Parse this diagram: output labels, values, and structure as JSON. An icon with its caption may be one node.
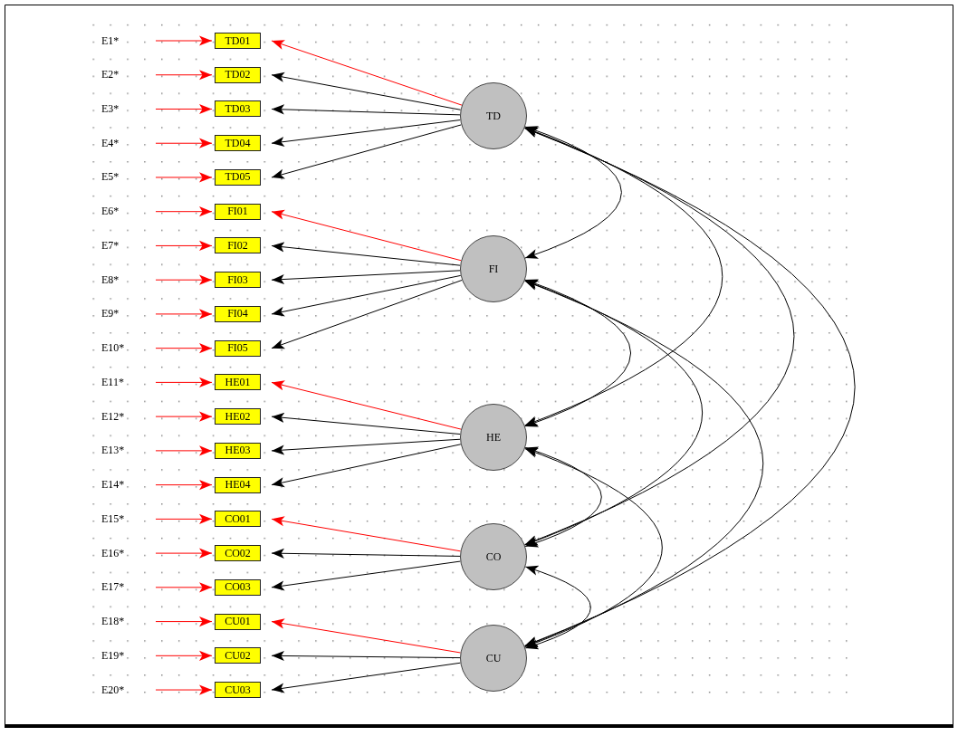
{
  "diagram": {
    "nodes": [
      {
        "text": [
          "E1*"
        ]
      },
      {
        "text": [
          "TD01"
        ]
      },
      {
        "text": [
          "E2*"
        ]
      },
      {
        "text": [
          "TD02"
        ]
      },
      {
        "text": [
          "E3*"
        ]
      },
      {
        "text": [
          "TD03"
        ]
      },
      {
        "text": [
          "E4*"
        ]
      },
      {
        "text": [
          "TD04"
        ]
      },
      {
        "text": [
          "E5*"
        ]
      },
      {
        "text": [
          "TD05"
        ]
      },
      {
        "text": [
          "E6*"
        ]
      },
      {
        "text": [
          "FI01"
        ]
      },
      {
        "text": [
          "E7*"
        ]
      },
      {
        "text": [
          "FI02"
        ]
      },
      {
        "text": [
          "E8*"
        ]
      },
      {
        "text": [
          "FI03"
        ]
      },
      {
        "text": [
          "E9*"
        ]
      },
      {
        "text": [
          "FI04"
        ]
      },
      {
        "text": [
          "E10*"
        ]
      },
      {
        "text": [
          "FI05"
        ]
      },
      {
        "text": [
          "E11*"
        ]
      },
      {
        "text": [
          "HE01"
        ]
      },
      {
        "text": [
          "E12*"
        ]
      },
      {
        "text": [
          "HE02"
        ]
      },
      {
        "text": [
          "E13*"
        ]
      },
      {
        "text": [
          "HE03"
        ]
      },
      {
        "text": [
          "E14*"
        ]
      },
      {
        "text": [
          "HE04"
        ]
      },
      {
        "text": [
          "E15*"
        ]
      },
      {
        "text": [
          "CO01"
        ]
      },
      {
        "text": [
          "E16*"
        ]
      },
      {
        "text": [
          "CO02"
        ]
      },
      {
        "text": [
          "E17*"
        ]
      },
      {
        "text": [
          "CO03"
        ]
      },
      {
        "text": [
          "E18*"
        ]
      },
      {
        "text": [
          "CU01"
        ]
      },
      {
        "text": [
          "E19*"
        ]
      },
      {
        "text": [
          "CU02"
        ]
      },
      {
        "text": [
          "E20*"
        ]
      },
      {
        "text": [
          "CU03"
        ]
      },
      {
        "text": [
          "TD"
        ]
      },
      {
        "text": [
          "FI"
        ]
      },
      {
        "text": [
          "HE"
        ]
      },
      {
        "text": [
          "CO"
        ]
      },
      {
        "text": [
          "CU"
        ]
      }
    ],
    "edges": [
      {
        "from": 0,
        "to": 1,
        "arrow": "to",
        "color": "#ff0000"
      },
      {
        "from": 2,
        "to": 3,
        "arrow": "to",
        "color": "#ff0000"
      },
      {
        "from": 4,
        "to": 5,
        "arrow": "to",
        "color": "#ff0000"
      },
      {
        "from": 6,
        "to": 7,
        "arrow": "to",
        "color": "#ff0000"
      },
      {
        "from": 8,
        "to": 9,
        "arrow": "to",
        "color": "#ff0000"
      },
      {
        "from": 10,
        "to": 11,
        "arrow": "to",
        "color": "#ff0000"
      },
      {
        "from": 12,
        "to": 13,
        "arrow": "to",
        "color": "#ff0000"
      },
      {
        "from": 14,
        "to": 15,
        "arrow": "to",
        "color": "#ff0000"
      },
      {
        "from": 16,
        "to": 17,
        "arrow": "to",
        "color": "#ff0000"
      },
      {
        "from": 18,
        "to": 19,
        "arrow": "to",
        "color": "#ff0000"
      },
      {
        "from": 20,
        "to": 21,
        "arrow": "to",
        "color": "#ff0000"
      },
      {
        "from": 22,
        "to": 23,
        "arrow": "to",
        "color": "#ff0000"
      },
      {
        "from": 24,
        "to": 25,
        "arrow": "to",
        "color": "#ff0000"
      },
      {
        "from": 26,
        "to": 27,
        "arrow": "to",
        "color": "#ff0000"
      },
      {
        "from": 28,
        "to": 29,
        "arrow": "to",
        "color": "#ff0000"
      },
      {
        "from": 30,
        "to": 31,
        "arrow": "to",
        "color": "#ff0000"
      },
      {
        "from": 32,
        "to": 33,
        "arrow": "to",
        "color": "#ff0000"
      },
      {
        "from": 34,
        "to": 35,
        "arrow": "to",
        "color": "#ff0000"
      },
      {
        "from": 36,
        "to": 37,
        "arrow": "to",
        "color": "#ff0000"
      },
      {
        "from": 38,
        "to": 39,
        "arrow": "to",
        "color": "#ff0000"
      },
      {
        "from": 40,
        "to": 1,
        "arrow": "to",
        "color": "#ff0000"
      },
      {
        "from": 40,
        "to": 3,
        "arrow": "to",
        "color": "#000000"
      },
      {
        "from": 40,
        "to": 5,
        "arrow": "to",
        "color": "#000000"
      },
      {
        "from": 40,
        "to": 7,
        "arrow": "to",
        "color": "#000000"
      },
      {
        "from": 40,
        "to": 9,
        "arrow": "to",
        "color": "#000000"
      },
      {
        "from": 41,
        "to": 11,
        "arrow": "to",
        "color": "#ff0000"
      },
      {
        "from": 41,
        "to": 13,
        "arrow": "to",
        "color": "#000000"
      },
      {
        "from": 41,
        "to": 15,
        "arrow": "to",
        "color": "#000000"
      },
      {
        "from": 41,
        "to": 17,
        "arrow": "to",
        "color": "#000000"
      },
      {
        "from": 41,
        "to": 19,
        "arrow": "to",
        "color": "#000000"
      },
      {
        "from": 42,
        "to": 21,
        "arrow": "to",
        "color": "#ff0000"
      },
      {
        "from": 42,
        "to": 23,
        "arrow": "to",
        "color": "#000000"
      },
      {
        "from": 42,
        "to": 25,
        "arrow": "to",
        "color": "#000000"
      },
      {
        "from": 42,
        "to": 27,
        "arrow": "to",
        "color": "#000000"
      },
      {
        "from": 43,
        "to": 29,
        "arrow": "to",
        "color": "#ff0000"
      },
      {
        "from": 43,
        "to": 31,
        "arrow": "to",
        "color": "#000000"
      },
      {
        "from": 43,
        "to": 33,
        "arrow": "to",
        "color": "#000000"
      },
      {
        "from": 44,
        "to": 35,
        "arrow": "to",
        "color": "#ff0000"
      },
      {
        "from": 44,
        "to": 37,
        "arrow": "to",
        "color": "#000000"
      },
      {
        "from": 44,
        "to": 39,
        "arrow": "to",
        "color": "#000000"
      },
      {
        "from": 40,
        "to": 41,
        "arrow": "both",
        "color": "#000000"
      },
      {
        "from": 40,
        "to": 42,
        "arrow": "both",
        "color": "#000000"
      },
      {
        "from": 40,
        "to": 43,
        "arrow": "both",
        "color": "#000000"
      },
      {
        "from": 40,
        "to": 44,
        "arrow": "both",
        "color": "#000000"
      },
      {
        "from": 41,
        "to": 42,
        "arrow": "both",
        "color": "#000000"
      },
      {
        "from": 41,
        "to": 43,
        "arrow": "both",
        "color": "#000000"
      },
      {
        "from": 41,
        "to": 44,
        "arrow": "both",
        "color": "#000000"
      },
      {
        "from": 42,
        "to": 43,
        "arrow": "both",
        "color": "#000000"
      },
      {
        "from": 42,
        "to": 44,
        "arrow": "both",
        "color": "#000000"
      },
      {
        "from": 43,
        "to": 44,
        "arrow": "both",
        "color": "#000000"
      }
    ]
  }
}
